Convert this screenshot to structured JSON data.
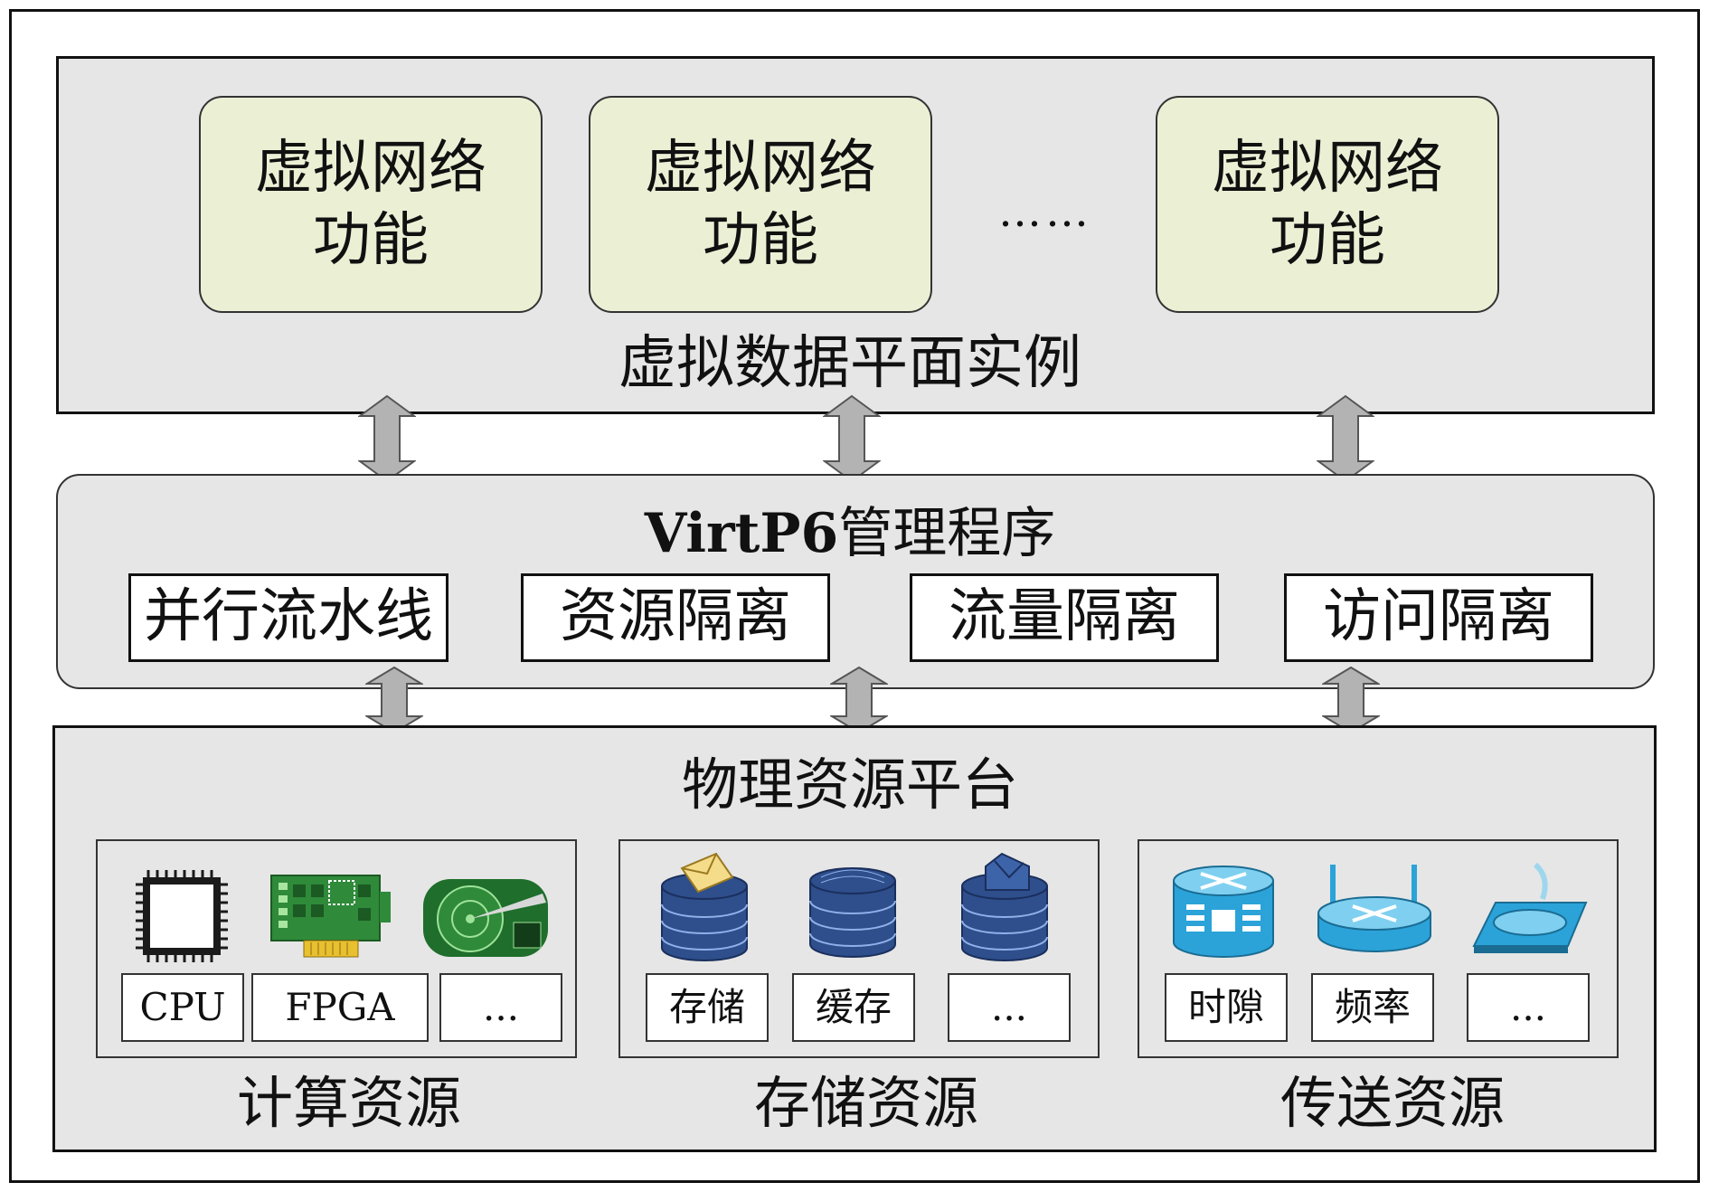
{
  "virtual_data_plane": {
    "title": "虚拟数据平面实例",
    "vnf_instances": [
      {
        "line1": "虚拟网络",
        "line2": "功能"
      },
      {
        "line1": "虚拟网络",
        "line2": "功能"
      },
      {
        "line1": "虚拟网络",
        "line2": "功能"
      }
    ],
    "ellipsis": "……"
  },
  "hypervisor": {
    "title_bold": "VirtP6",
    "title_rest": "管理程序",
    "modules": [
      "并行流水线",
      "资源隔离",
      "流量隔离",
      "访问隔离"
    ]
  },
  "physical_platform": {
    "title": "物理资源平台",
    "groups": [
      {
        "label": "计算资源",
        "items": [
          {
            "label": "CPU",
            "icon": "cpu-chip-icon"
          },
          {
            "label": "FPGA",
            "icon": "fpga-board-icon"
          },
          {
            "label": "...",
            "icon": "hard-disk-icon"
          }
        ]
      },
      {
        "label": "存储资源",
        "items": [
          {
            "label": "存储",
            "icon": "database-mail-icon"
          },
          {
            "label": "缓存",
            "icon": "database-exchange-icon"
          },
          {
            "label": "...",
            "icon": "database-folder-icon"
          }
        ]
      },
      {
        "label": "传送资源",
        "items": [
          {
            "label": "时隙",
            "icon": "atm-switch-icon"
          },
          {
            "label": "频率",
            "icon": "wireless-router-icon"
          },
          {
            "label": "...",
            "icon": "access-point-icon"
          }
        ]
      }
    ]
  },
  "colors": {
    "panel": "#e6e6e6",
    "vnf_box": "#ebf0d5",
    "arrow": "#b3b3b3",
    "storage_blue": "#2e4e8c",
    "network_blue": "#2ba3d8",
    "board_green": "#2f8a3a"
  }
}
